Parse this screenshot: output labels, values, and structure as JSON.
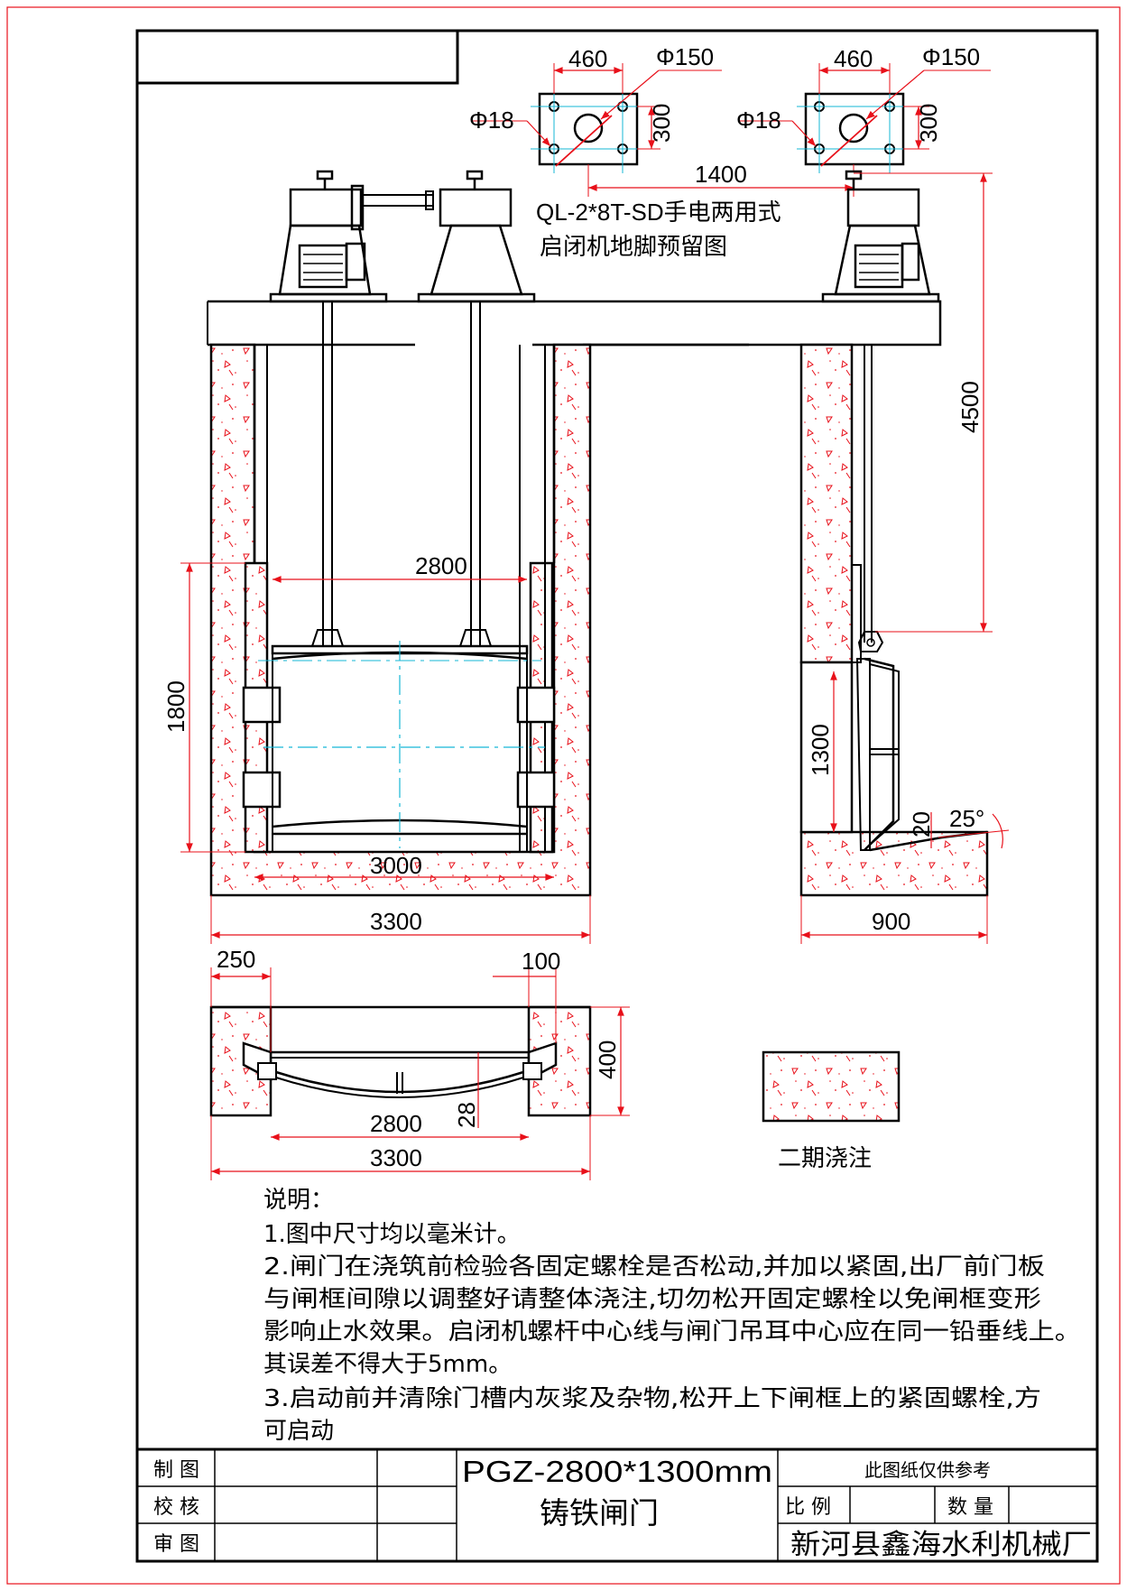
{
  "colors": {
    "line": "#000000",
    "dimension": "#e8101a",
    "centerline": "#16b7d6",
    "concrete_hatch": "#e8101a"
  },
  "anchor_plan": {
    "width_dim": "460",
    "hole_large": "Φ150",
    "hole_small": "Φ18",
    "height_dim": "300",
    "spacing_dim": "1400"
  },
  "hoist": {
    "model_line1": "QL-2*8T-SD手电两用式",
    "model_line2": "启闭机地脚预留图"
  },
  "front_view": {
    "gate_width": "2800",
    "gate_height": "1800",
    "inner_width": "3000",
    "outer_width": "3300"
  },
  "side_view": {
    "stem_height": "4500",
    "gate_height": "1300",
    "sill": "20",
    "angle": "25°",
    "depth": "900"
  },
  "plan_view": {
    "wall": "250",
    "slot": "100",
    "depth": "400",
    "bow": "28",
    "gate_width": "2800",
    "outer_width": "3300"
  },
  "legend": {
    "label": "二期浇注"
  },
  "notes": {
    "heading": "说明：",
    "line1": "1.图中尺寸均以毫米计。",
    "line2": "2.闸门在浇筑前检验各固定螺栓是否松动,并加以紧固,出厂前门板",
    "line3": "与闸框间隙以调整好请整体浇注,切勿松开固定螺栓以免闸框变形",
    "line4": "影响止水效果。启闭机螺杆中心线与闸门吊耳中心应在同一铅垂线上。",
    "line5": "其误差不得大于5mm。",
    "line6": "3.启动前并清除门槽内灰浆及杂物,松开上下闸框上的紧固螺栓,方",
    "line7": "可启动"
  },
  "title_block": {
    "drawn": "制 图",
    "checked": "校 核",
    "reviewed": "审 图",
    "drawing_no": "PGZ-2800*1300mm",
    "drawing_name": "铸铁闸门",
    "reference_only": "此图纸仅供参考",
    "scale": "比 例",
    "quantity": "数 量",
    "company": "新河县鑫海水利机械厂"
  }
}
